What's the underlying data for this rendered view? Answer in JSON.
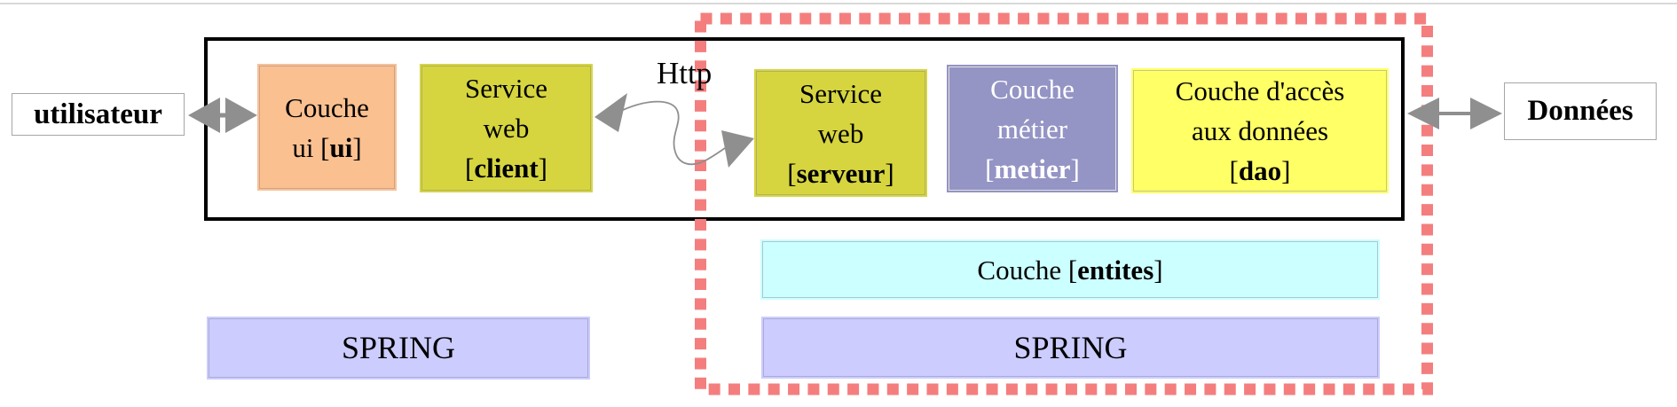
{
  "diagram": {
    "labels": {
      "user": "utilisateur",
      "http": "Http",
      "data": "Données"
    },
    "boxes": {
      "ui": {
        "line1": "Couche",
        "line2_pre": "ui [",
        "line2_bold": "ui",
        "line2_post": "]"
      },
      "ws_client": {
        "line1": "Service",
        "line2": "web",
        "line3_pre": "[",
        "line3_bold": "client",
        "line3_post": "]"
      },
      "ws_server": {
        "line1": "Service",
        "line2": "web",
        "line3_pre": "[",
        "line3_bold": "serveur",
        "line3_post": "]"
      },
      "metier": {
        "line1": "Couche",
        "line2": "métier",
        "line3_pre": "[",
        "line3_bold": "metier",
        "line3_post": "]"
      },
      "dao": {
        "line1": "Couche d'accès",
        "line2": "aux données",
        "line3_pre": "[",
        "line3_bold": "dao",
        "line3_post": "]"
      },
      "entites": {
        "pre": "Couche [",
        "bold": "entites",
        "post": "]"
      },
      "spring_client": "SPRING",
      "spring_server": "SPRING"
    },
    "colors": {
      "server_outline_red": "#f47e7e",
      "ui_fill": "#fac090",
      "webservice_fill": "#d6d53f",
      "metier_fill": "#9494c5",
      "dao_fill": "#ffff66",
      "entites_fill": "#ccffff",
      "spring_fill": "#ccccff",
      "arrow_gray": "#8f8f8f",
      "frame_border": "#000000"
    }
  }
}
